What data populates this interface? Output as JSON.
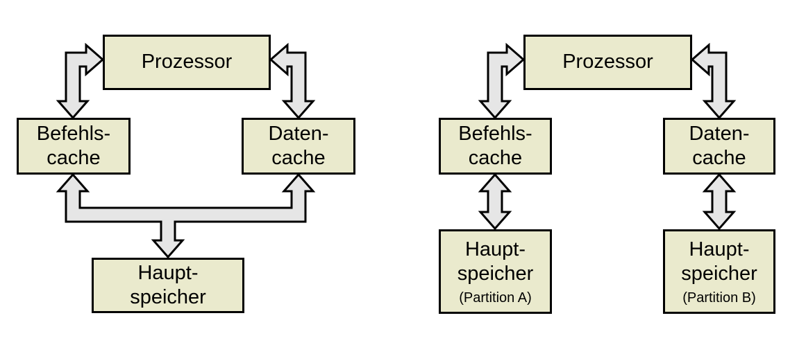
{
  "colors": {
    "background": "#ffffff",
    "box_fill": "#eaeacd",
    "box_border": "#000000",
    "arrow_fill": "#e6e6e6",
    "arrow_border": "#000000"
  },
  "left_diagram": {
    "prozessor": "Prozessor",
    "befehls_cache": {
      "line1": "Befehls-",
      "line2": "cache"
    },
    "daten_cache": {
      "line1": "Daten-",
      "line2": "cache"
    },
    "hauptspeicher": {
      "line1": "Haupt-",
      "line2": "speicher"
    }
  },
  "right_diagram": {
    "prozessor": "Prozessor",
    "befehls_cache": {
      "line1": "Befehls-",
      "line2": "cache"
    },
    "daten_cache": {
      "line1": "Daten-",
      "line2": "cache"
    },
    "hauptspeicher_a": {
      "line1": "Haupt-",
      "line2": "speicher",
      "sub": "(Partition A)"
    },
    "hauptspeicher_b": {
      "line1": "Haupt-",
      "line2": "speicher",
      "sub": "(Partition B)"
    }
  }
}
